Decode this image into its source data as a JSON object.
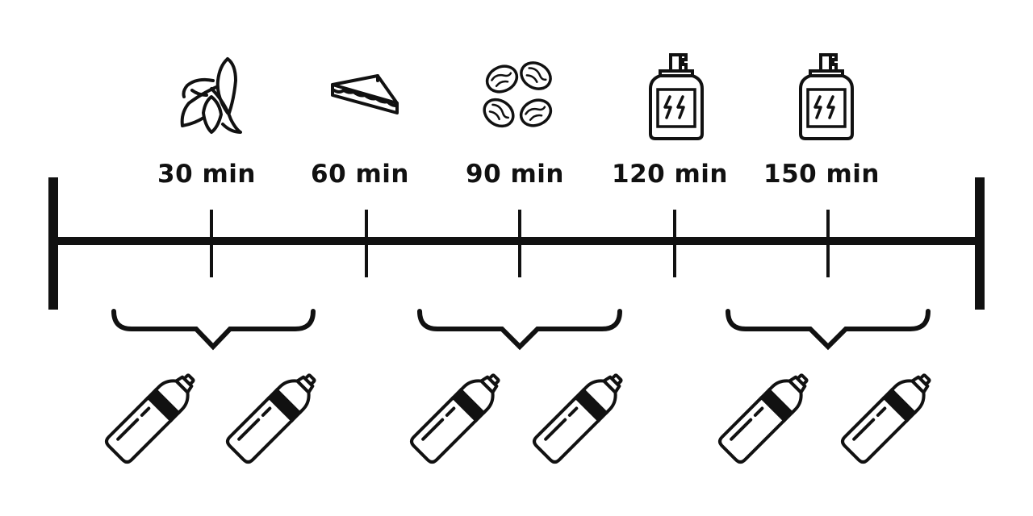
{
  "timeline": {
    "ticks": [
      {
        "label": "30 min",
        "minute": 30,
        "icon": "banana-icon"
      },
      {
        "label": "60 min",
        "minute": 60,
        "icon": "sandwich-icon"
      },
      {
        "label": "90 min",
        "minute": 90,
        "icon": "dried-fruit-icon"
      },
      {
        "label": "120 min",
        "minute": 120,
        "icon": "energy-gel-icon"
      },
      {
        "label": "150 min",
        "minute": 150,
        "icon": "energy-gel-icon"
      }
    ],
    "bottle_groups": [
      {
        "bottles": 2,
        "icon": "water-bottle-icon"
      },
      {
        "bottles": 2,
        "icon": "water-bottle-icon"
      },
      {
        "bottles": 2,
        "icon": "water-bottle-icon"
      }
    ]
  },
  "colors": {
    "ink": "#111111",
    "background": "#ffffff"
  }
}
